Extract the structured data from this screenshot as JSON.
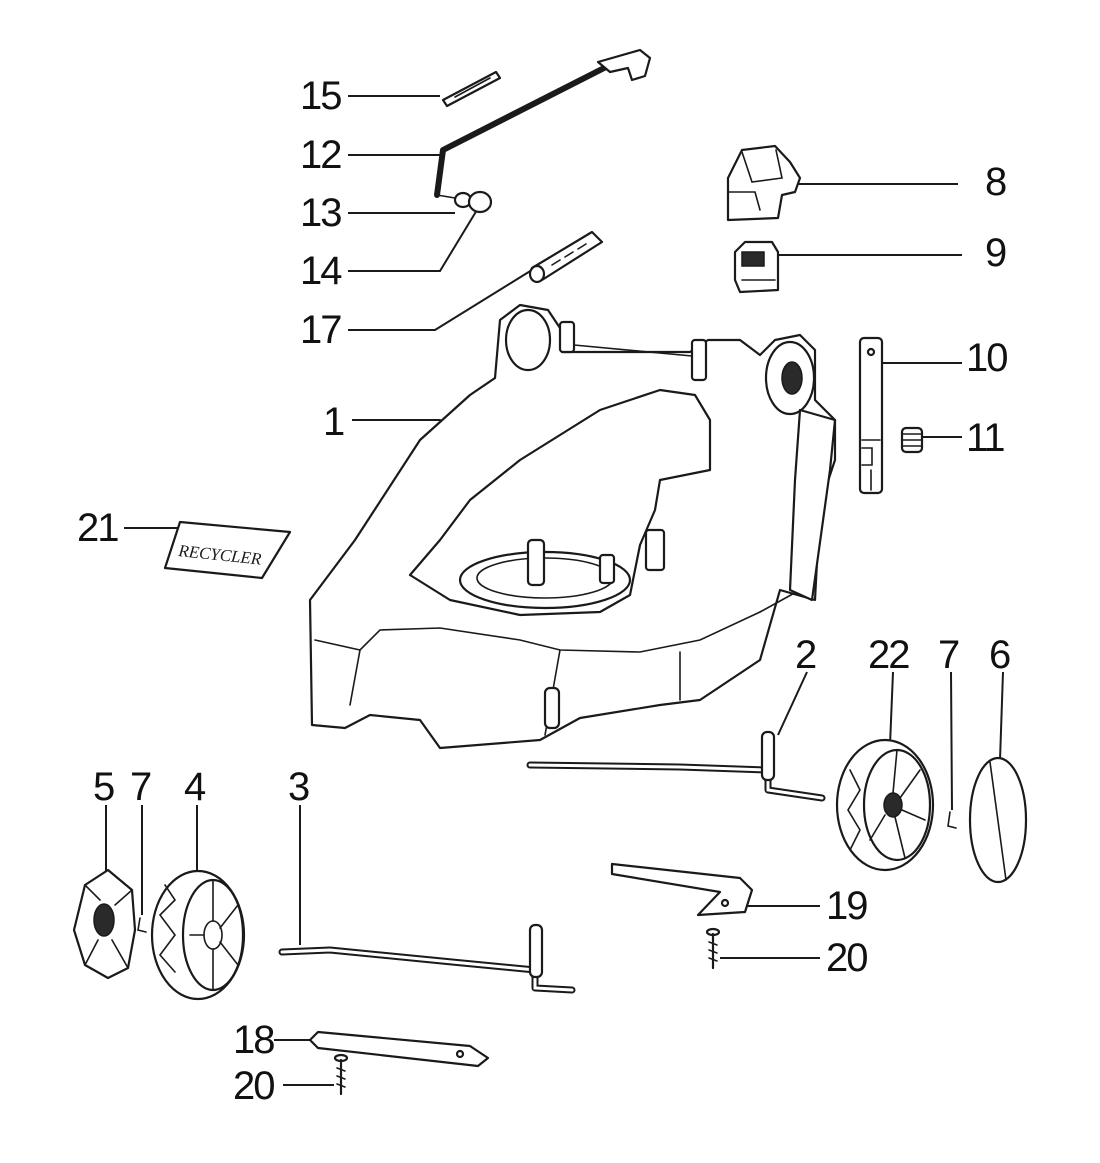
{
  "callouts": {
    "c15": "15",
    "c12": "12",
    "c13": "13",
    "c14": "14",
    "c17": "17",
    "c1": "1",
    "c21": "21",
    "c8": "8",
    "c9": "9",
    "c10": "10",
    "c11": "11",
    "c2": "2",
    "c22": "22",
    "c7a": "7",
    "c6": "6",
    "c5": "5",
    "c7b": "7",
    "c4": "4",
    "c3": "3",
    "c19": "19",
    "c20a": "20",
    "c18": "18",
    "c20b": "20"
  },
  "decal_text": "RECYCLER"
}
